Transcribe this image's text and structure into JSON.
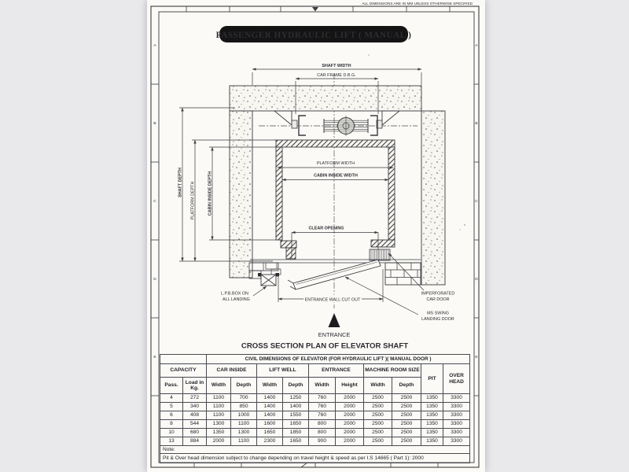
{
  "sheet": {
    "dimensions_note": "ALL DIMENSIONS ARE IN MM UNLESS OTHERWISE SPECIFIED",
    "badge": "PASSENGER HYDRAULIC LIFT ( MANUAL )"
  },
  "frame": {
    "letters": [
      "A",
      "B",
      "C",
      "D",
      "E"
    ]
  },
  "drawing": {
    "labels": {
      "shaft_width": "SHAFT WIDTH",
      "car_frame": "CAR FRAME D.B.G.",
      "platform_width": "PLATFORM WIDTH",
      "cabin_inside_width": "CABIN INSIDE WIDTH",
      "clear_opening": "CLEAR OPENING",
      "shaft_depth": "SHAFT DEPTH",
      "platform_depth": "PLATFORM DEPTH",
      "cabin_inside_depth": "CABIN INSIDE DEPTH",
      "lpb_line1": "L.P.B.BOX ON",
      "lpb_line2": "ALL LANDING",
      "cutout": "ENTRANCE WALL CUT OUT",
      "imperforated_line1": "IMPERFORATED",
      "imperforated_line2": "CAR DOOR",
      "swing_line1": "MS SWING",
      "swing_line2": "LANDING DOOR",
      "entrance": "ENTRANCE"
    },
    "caption": "CROSS SECTION PLAN OF ELEVATOR SHAFT"
  },
  "table": {
    "title": "CIVIL DIMENSIONS OF ELEVATOR (FOR HYDRAULIC LIFT )( MANUAL DOOR )",
    "groups": {
      "capacity": "CAPACITY",
      "car_inside": "CAR INSIDE",
      "lift_well": "LIFT WELL",
      "entrance": "ENTRANCE",
      "machine_room": "MACHINE ROOM SIZE",
      "pit": "PIT",
      "over_head": "OVER HEAD"
    },
    "subheaders": [
      "Pass.",
      "Load in Kg.",
      "Width",
      "Depth",
      "Width",
      "Depth",
      "Width",
      "Height",
      "Width",
      "Depth"
    ],
    "rows": [
      [
        "4",
        "272",
        "1100",
        "700",
        "1400",
        "1250",
        "760",
        "2000",
        "2500",
        "2500",
        "1350",
        "3300"
      ],
      [
        "5",
        "340",
        "1100",
        "850",
        "1400",
        "1400",
        "760",
        "2000",
        "2500",
        "2500",
        "1350",
        "3300"
      ],
      [
        "6",
        "408",
        "1100",
        "1000",
        "1400",
        "1550",
        "760",
        "2000",
        "2500",
        "2500",
        "1350",
        "3300"
      ],
      [
        "8",
        "544",
        "1300",
        "1100",
        "1600",
        "1650",
        "800",
        "2000",
        "2500",
        "2500",
        "1350",
        "3300"
      ],
      [
        "10",
        "680",
        "1350",
        "1300",
        "1650",
        "1850",
        "800",
        "2000",
        "2500",
        "2500",
        "1350",
        "3300"
      ],
      [
        "13",
        "884",
        "2000",
        "1100",
        "2300",
        "1650",
        "900",
        "2000",
        "2500",
        "2500",
        "1350",
        "3300"
      ]
    ],
    "note_label": "Note:",
    "note_text": "Pit & Over head dimension subject to change depending on travel height & speed as per I.S 14665 ( Part 1): 2000"
  },
  "colors": {
    "paper": "#fbfaf6",
    "background": "#e9e9ec",
    "ink": "#3a3a40",
    "badge_bg": "#141414",
    "badge_text": "#f6f5ef"
  }
}
